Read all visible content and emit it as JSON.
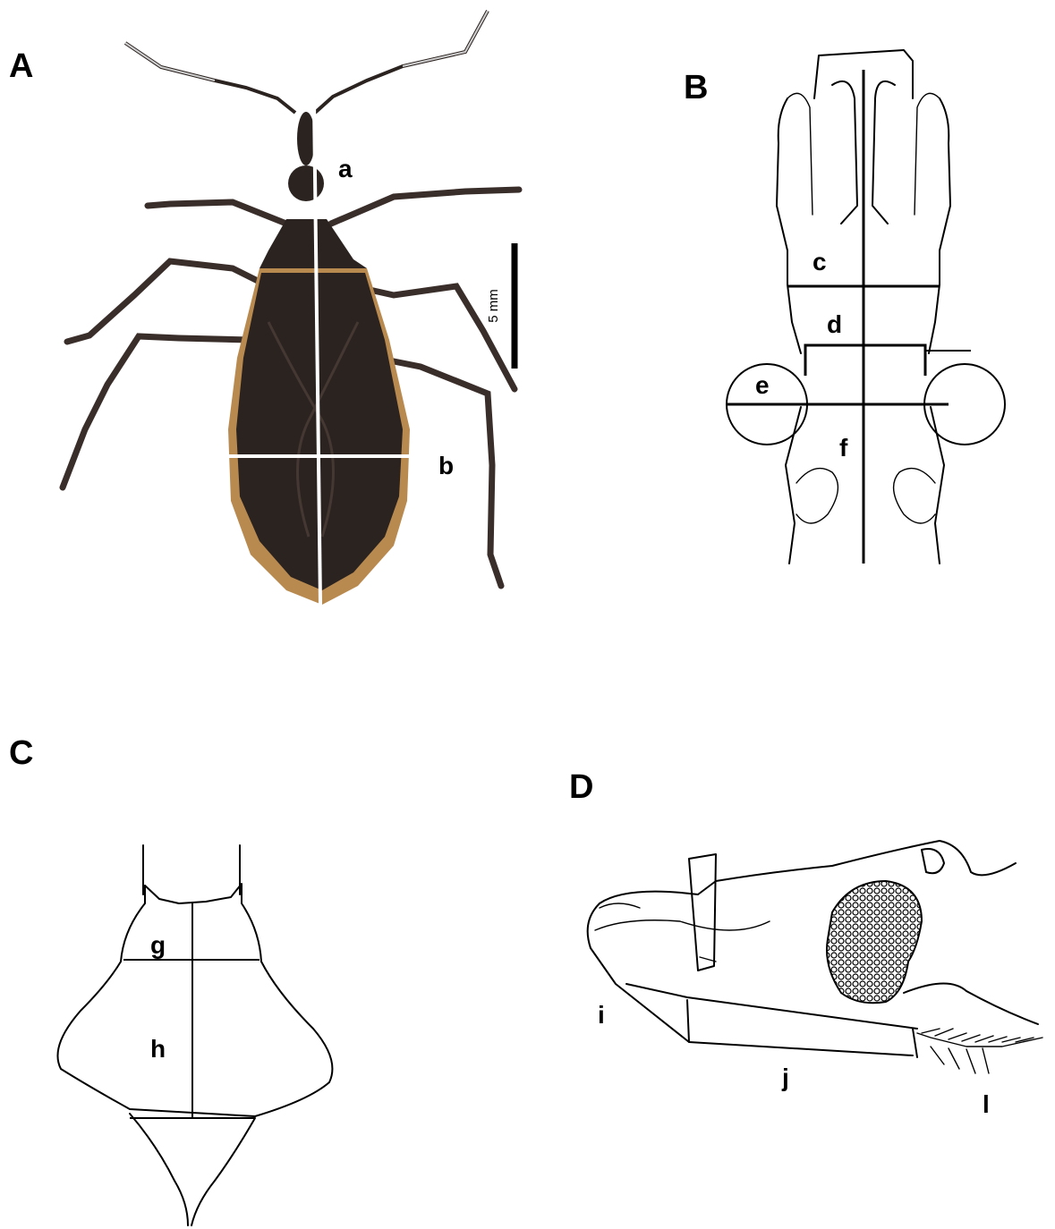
{
  "panels": {
    "A": {
      "label": "A",
      "measures": {
        "a": "a",
        "b": "b"
      },
      "scale_bar": "5 mm"
    },
    "B": {
      "label": "B",
      "measures": {
        "c": "c",
        "d": "d",
        "e": "e",
        "f": "f"
      }
    },
    "C": {
      "label": "C",
      "measures": {
        "g": "g",
        "h": "h"
      }
    },
    "D": {
      "label": "D",
      "measures": {
        "i": "i",
        "j": "j",
        "l": "l"
      }
    }
  },
  "colors": {
    "insect_body": "#2b2320",
    "insect_margin": "#b98a4f",
    "measure_line_on_photo": "#ffffff",
    "ink": "#000000"
  }
}
